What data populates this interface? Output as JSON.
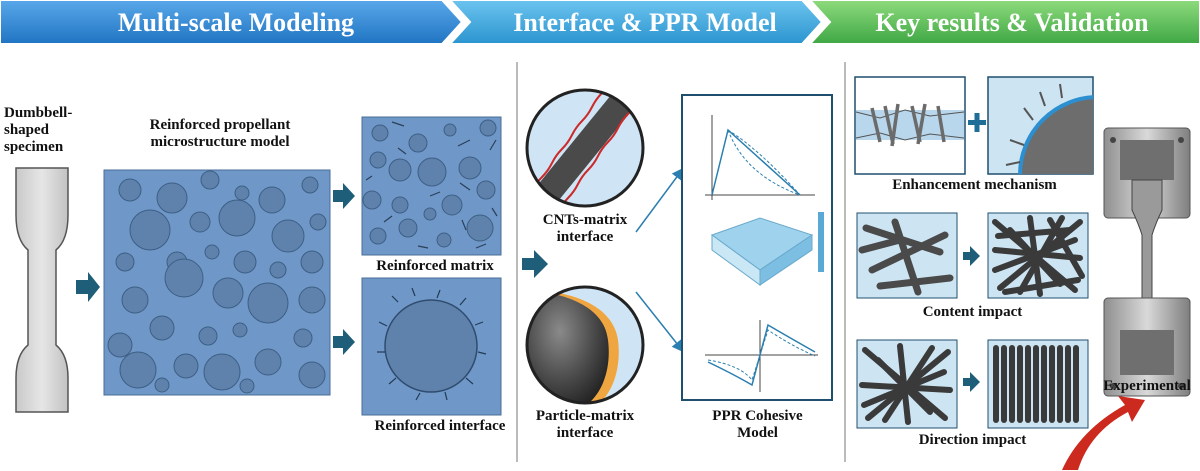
{
  "header": {
    "step1": "Multi-scale Modeling",
    "step2": "Interface & PPR Model",
    "step3": "Key results & Validation"
  },
  "panel1": {
    "specimen_label": "Dumbbell-\nshaped\nspecimen",
    "micro_label": "Reinforced propellant\nmicrostructure model",
    "matrix_label": "Reinforced matrix",
    "interface_label": "Reinforced interface"
  },
  "panel2": {
    "cnt_label": "CNTs-matrix\ninterface",
    "particle_label": "Particle-matrix\ninterface",
    "ppr_label": "PPR Cohesive\nModel"
  },
  "panel3": {
    "enhancement_label": "Enhancement mechanism",
    "content_label": "Content impact",
    "direction_label": "Direction impact",
    "experimental_label": "Experimental"
  },
  "colors": {
    "bar1": "#2a86d2",
    "bar2": "#3aa6d8",
    "bar3": "#5cc15c",
    "matrix_blue": "#6f98c8",
    "particle": "#5f7fa6",
    "arrow": "#1f5e78",
    "red_arrow": "#cc2a1e"
  }
}
